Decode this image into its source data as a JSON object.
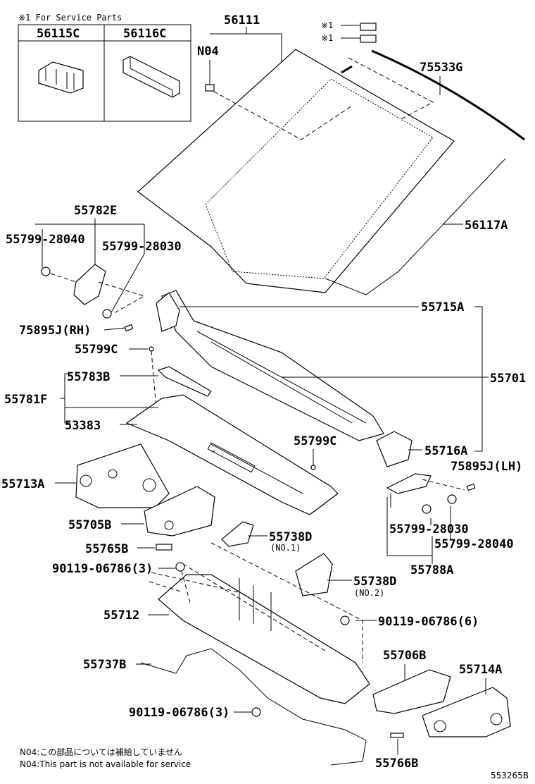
{
  "service_box": {
    "header": "※1 For Service Parts",
    "col1": "56115C",
    "col2": "56116C"
  },
  "labels": {
    "p56111": "56111",
    "n04": "N04",
    "mark1a": "※1",
    "mark1b": "※1",
    "p75533g": "75533G",
    "p56117a": "56117A",
    "p55782e": "55782E",
    "p55799_28040_l": "55799-28040",
    "p55799_28030_l": "55799-28030",
    "p75895j_rh": "75895J(RH)",
    "p55715a": "55715A",
    "p55799c_a": "55799C",
    "p55701": "55701",
    "p55783b": "55783B",
    "p55781f": "55781F",
    "p53383": "53383",
    "p55799c_b": "55799C",
    "p55716a": "55716A",
    "p75895j_lh": "75895J(LH)",
    "p55713a": "55713A",
    "p55705b": "55705B",
    "p55738d_1": "55738D",
    "no1": "(NO.1)",
    "p55799_28030_r": "55799-28030",
    "p55799_28040_r": "55799-28040",
    "p55765b": "55765B",
    "p55788a": "55788A",
    "p90119_06786_3a": "90119-06786(3)",
    "p55738d_2": "55738D",
    "no2": "(NO.2)",
    "p55712": "55712",
    "p90119_06786_6": "90119-06786(6)",
    "p55737b": "55737B",
    "p55706b": "55706B",
    "p55714a": "55714A",
    "p90119_06786_3b": "90119-06786(3)",
    "p55766b": "55766B"
  },
  "notes": {
    "line1": "N04:この部品については補給していません",
    "line2": "N04:This part is not available for service"
  },
  "figure_id": "553265B"
}
